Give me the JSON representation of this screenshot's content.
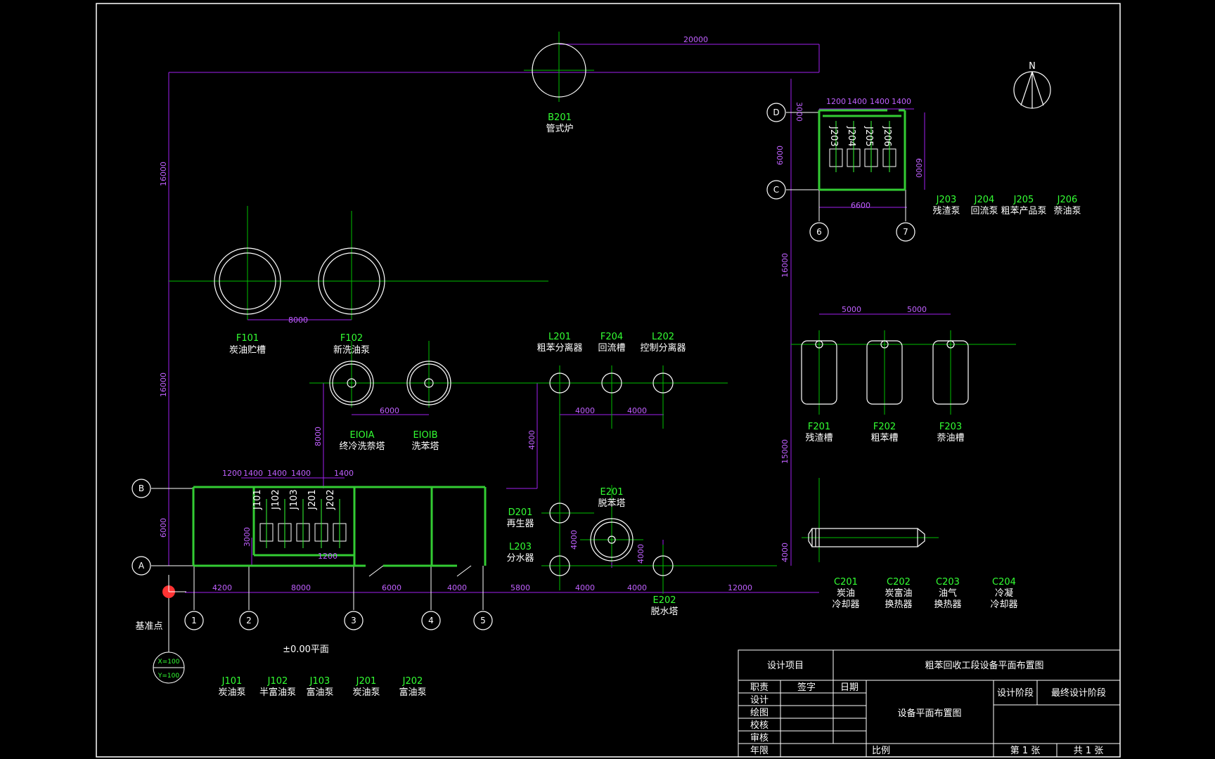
{
  "drawing_title": "粗苯回收工段设备平面布置图",
  "plane_label": "±0.00平面",
  "datum_label": "基准点",
  "datum_coords": {
    "x": "X=100",
    "y": "Y=100"
  },
  "north": "N",
  "colors": {
    "background": "#000000",
    "equipment": "#ffffff",
    "centerline": "#00c000",
    "dimension": "#a020f0",
    "wall": "#33cc33",
    "tag": "#33ff33"
  },
  "axes": {
    "rows": [
      "A",
      "B",
      "C",
      "D"
    ],
    "cols": [
      "1",
      "2",
      "3",
      "4",
      "5",
      "6",
      "7"
    ]
  },
  "equipment": [
    {
      "id": "B201",
      "name": "管式炉"
    },
    {
      "id": "F101",
      "name": "炭油贮槽"
    },
    {
      "id": "F102",
      "name": "新洗油泵"
    },
    {
      "id": "EIOIA",
      "name": "终冷洗萘塔"
    },
    {
      "id": "EIOIB",
      "name": "洗苯塔"
    },
    {
      "id": "L201",
      "name": "粗苯分离器"
    },
    {
      "id": "F204",
      "name": "回流槽"
    },
    {
      "id": "L202",
      "name": "控制分离器"
    },
    {
      "id": "D201",
      "name": "再生器"
    },
    {
      "id": "L203",
      "name": "分水器"
    },
    {
      "id": "E201",
      "name": "脱苯塔"
    },
    {
      "id": "E202",
      "name": "脱水塔"
    },
    {
      "id": "F201",
      "name": "残渣槽"
    },
    {
      "id": "F202",
      "name": "粗苯槽"
    },
    {
      "id": "F203",
      "name": "萘油槽"
    },
    {
      "id": "C201",
      "name": "炭油",
      "name2": "冷却器"
    },
    {
      "id": "C202",
      "name": "炭富油",
      "name2": "换热器"
    },
    {
      "id": "C203",
      "name": "油气",
      "name2": "换热器"
    },
    {
      "id": "C204",
      "name": "冷凝",
      "name2": "冷却器"
    }
  ],
  "pumps_a": [
    {
      "id": "J101",
      "name": "炭油泵"
    },
    {
      "id": "J102",
      "name": "半富油泵"
    },
    {
      "id": "J103",
      "name": "富油泵"
    },
    {
      "id": "J201",
      "name": "炭油泵"
    },
    {
      "id": "J202",
      "name": "富油泵"
    }
  ],
  "pumps_b": [
    {
      "id": "J203",
      "name": "残渣泵"
    },
    {
      "id": "J204",
      "name": "回流泵"
    },
    {
      "id": "J205",
      "name": "粗苯产品泵"
    },
    {
      "id": "J206",
      "name": "萘油泵"
    }
  ],
  "dims": {
    "top": "20000",
    "left1": "16000",
    "left2": "16000",
    "left3": "8000",
    "left4": "6000",
    "f_gap": "8000",
    "e_gap": "6000",
    "l_gap1": "4000",
    "l_gap2": "4000",
    "vert_l": "4000",
    "d_gap": "4000",
    "e202_gap": "4000",
    "pb_top": "3000",
    "pb_w1": "1200",
    "pb_w2": "1400",
    "pb_w3": "1400",
    "pb_w4": "1400",
    "pb_h": "6000",
    "pb_h2": "6000",
    "pb_bottom": "6600",
    "right_v1": "16000",
    "right_v2": "15000",
    "right_v3": "4000",
    "tank_gap1": "5000",
    "tank_gap2": "5000",
    "pa_w1": "1200",
    "pa_w2": "1400",
    "pa_w3": "1400",
    "pa_w4": "1400",
    "pa_w5": "1400",
    "pa_bottom": "1200",
    "pa_v": "3000",
    "bottom": [
      "4200",
      "8000",
      "6000",
      "4000",
      "5800",
      "4000",
      "4000",
      "12000"
    ]
  },
  "title_block": {
    "project_label": "设计项目",
    "drawing_name": "粗苯回收工段设备平面布置图",
    "col_role": "职责",
    "col_sign": "签字",
    "col_date": "日期",
    "roles": [
      "设计",
      "绘图",
      "校核",
      "审核",
      "年限"
    ],
    "center_title": "设备平面布置图",
    "stage_label": "设计阶段",
    "stage_value": "最终设计阶段",
    "scale_label": "比例",
    "sheet": "第 1 张",
    "total": "共 1 张"
  }
}
